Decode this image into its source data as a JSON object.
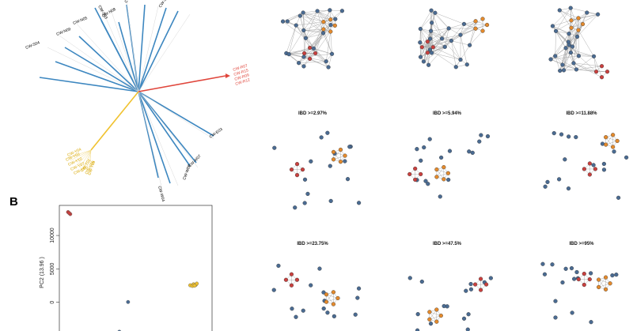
{
  "colors": {
    "blue_branch": "#3d87c0",
    "red_branch": "#e0463c",
    "yellow_branch": "#f0c230",
    "node_blue": "#4a6b92",
    "node_orange": "#e48a2c",
    "node_red": "#c9403e",
    "edge_gray": "#9a9a9a"
  },
  "panel_b": {
    "letter": "B"
  },
  "chart_data": [
    {
      "type": "tree",
      "title": "",
      "tip_labels": [
        {
          "text": "CW-S04",
          "color": "black"
        },
        {
          "text": "CW-N09",
          "color": "black"
        },
        {
          "text": "CW-N05",
          "color": "black"
        },
        {
          "text": "CW-S03",
          "color": "black"
        },
        {
          "text": "CW-N08",
          "color": "black"
        },
        {
          "text": "CW-E05",
          "color": "black"
        },
        {
          "text": "CW-S02",
          "color": "black"
        },
        {
          "text": "CW-R07",
          "color": "red"
        },
        {
          "text": "CW-R15",
          "color": "red"
        },
        {
          "text": "CW-R09",
          "color": "red"
        },
        {
          "text": "CW-R12",
          "color": "red"
        },
        {
          "text": "CW-E03",
          "color": "black"
        },
        {
          "text": "CW-W07",
          "color": "black"
        },
        {
          "text": "CW-W08",
          "color": "black"
        },
        {
          "text": "CW-W04",
          "color": "black"
        },
        {
          "text": "CW-Y04",
          "color": "yellow"
        },
        {
          "text": "CW-Y03",
          "color": "yellow"
        },
        {
          "text": "CW-Y10",
          "color": "yellow"
        },
        {
          "text": "CW-Y07",
          "color": "yellow"
        },
        {
          "text": "CW-Y06",
          "color": "yellow"
        },
        {
          "text": "CW-Y01",
          "color": "yellow"
        },
        {
          "text": "CW-Y05",
          "color": "yellow"
        },
        {
          "text": "CW-Y09",
          "color": "yellow"
        }
      ]
    },
    {
      "type": "scatter",
      "title": "",
      "xlabel": "",
      "ylabel": "PC2 (13.96 )",
      "yticks": [
        0,
        5000,
        10000
      ],
      "ylim": [
        -5000,
        14500
      ],
      "xlim": [
        -0.2,
        1.2
      ],
      "series": [
        {
          "color": "red",
          "points": [
            [
              -0.12,
              13500
            ],
            [
              -0.1,
              13200
            ],
            [
              -0.11,
              13350
            ]
          ]
        },
        {
          "color": "yellow",
          "points": [
            [
              1.0,
              2550
            ],
            [
              1.03,
              2700
            ],
            [
              1.05,
              2600
            ],
            [
              1.02,
              2450
            ],
            [
              1.06,
              2800
            ],
            [
              1.04,
              2500
            ]
          ]
        },
        {
          "color": "blue",
          "points": [
            [
              0.43,
              50
            ],
            [
              0.35,
              -4400
            ]
          ]
        }
      ]
    },
    {
      "type": "network",
      "panels": [
        {
          "title": "",
          "seed": 11,
          "full": true
        },
        {
          "title": "",
          "seed": 23,
          "full": true
        },
        {
          "title": "",
          "seed": 37,
          "full": true
        },
        {
          "title": "IBD >=2.97%",
          "seed": 41
        },
        {
          "title": "IBD >=5.94%",
          "seed": 53
        },
        {
          "title": "IBD >=11.88%",
          "seed": 67
        },
        {
          "title": "IBD >=23.75%",
          "seed": 71
        },
        {
          "title": "IBD >=47.5%",
          "seed": 83
        },
        {
          "title": "IBD >=95%",
          "seed": 97
        }
      ]
    }
  ]
}
